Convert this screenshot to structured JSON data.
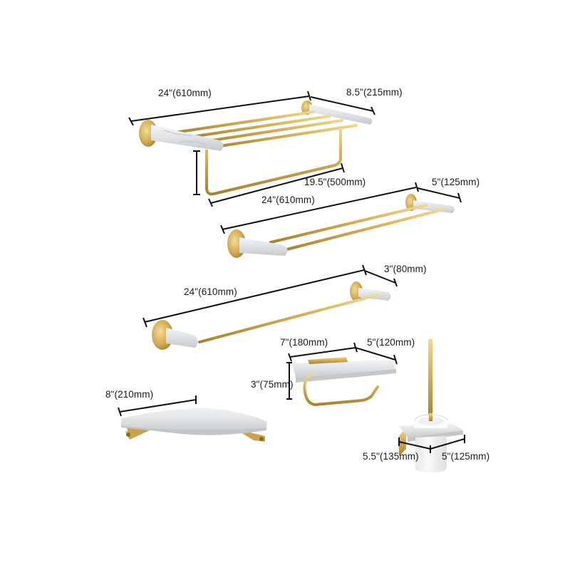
{
  "colors": {
    "background": "#ffffff",
    "gold": "#c9a24c",
    "gold_dark": "#a8822e",
    "gold_light": "#e6c77a",
    "marble": "#e4e6e8",
    "marble_vein": "#b9bec3",
    "ceramic": "#f4f4f4",
    "dimension_line": "#111111"
  },
  "products": [
    {
      "name": "towel-rack-shelf",
      "dimensions": {
        "length": "24\"(610mm)",
        "depth": "8.5\"(215mm)",
        "bar_length": "19.5\"(500mm)",
        "lower_length": "24\"(610mm)"
      }
    },
    {
      "name": "double-towel-bar",
      "dimensions": {
        "length": "5\"(125mm)",
        "depth_label": "5\"(125mm)"
      }
    },
    {
      "name": "single-towel-bar",
      "dimensions": {
        "length": "24\"(610mm)",
        "depth": "3\"(80mm)"
      }
    },
    {
      "name": "toilet-paper-holder-shelf",
      "dimensions": {
        "width": "7\"(180mm)",
        "depth": "5\"(120mm)",
        "height": "3\"(75mm)"
      }
    },
    {
      "name": "corner-shelf",
      "dimensions": {
        "width": "8\"(210mm)"
      }
    },
    {
      "name": "toilet-brush-holder",
      "dimensions": {
        "width": "5.5\"(135mm)",
        "depth": "5\"(125mm)"
      }
    }
  ]
}
